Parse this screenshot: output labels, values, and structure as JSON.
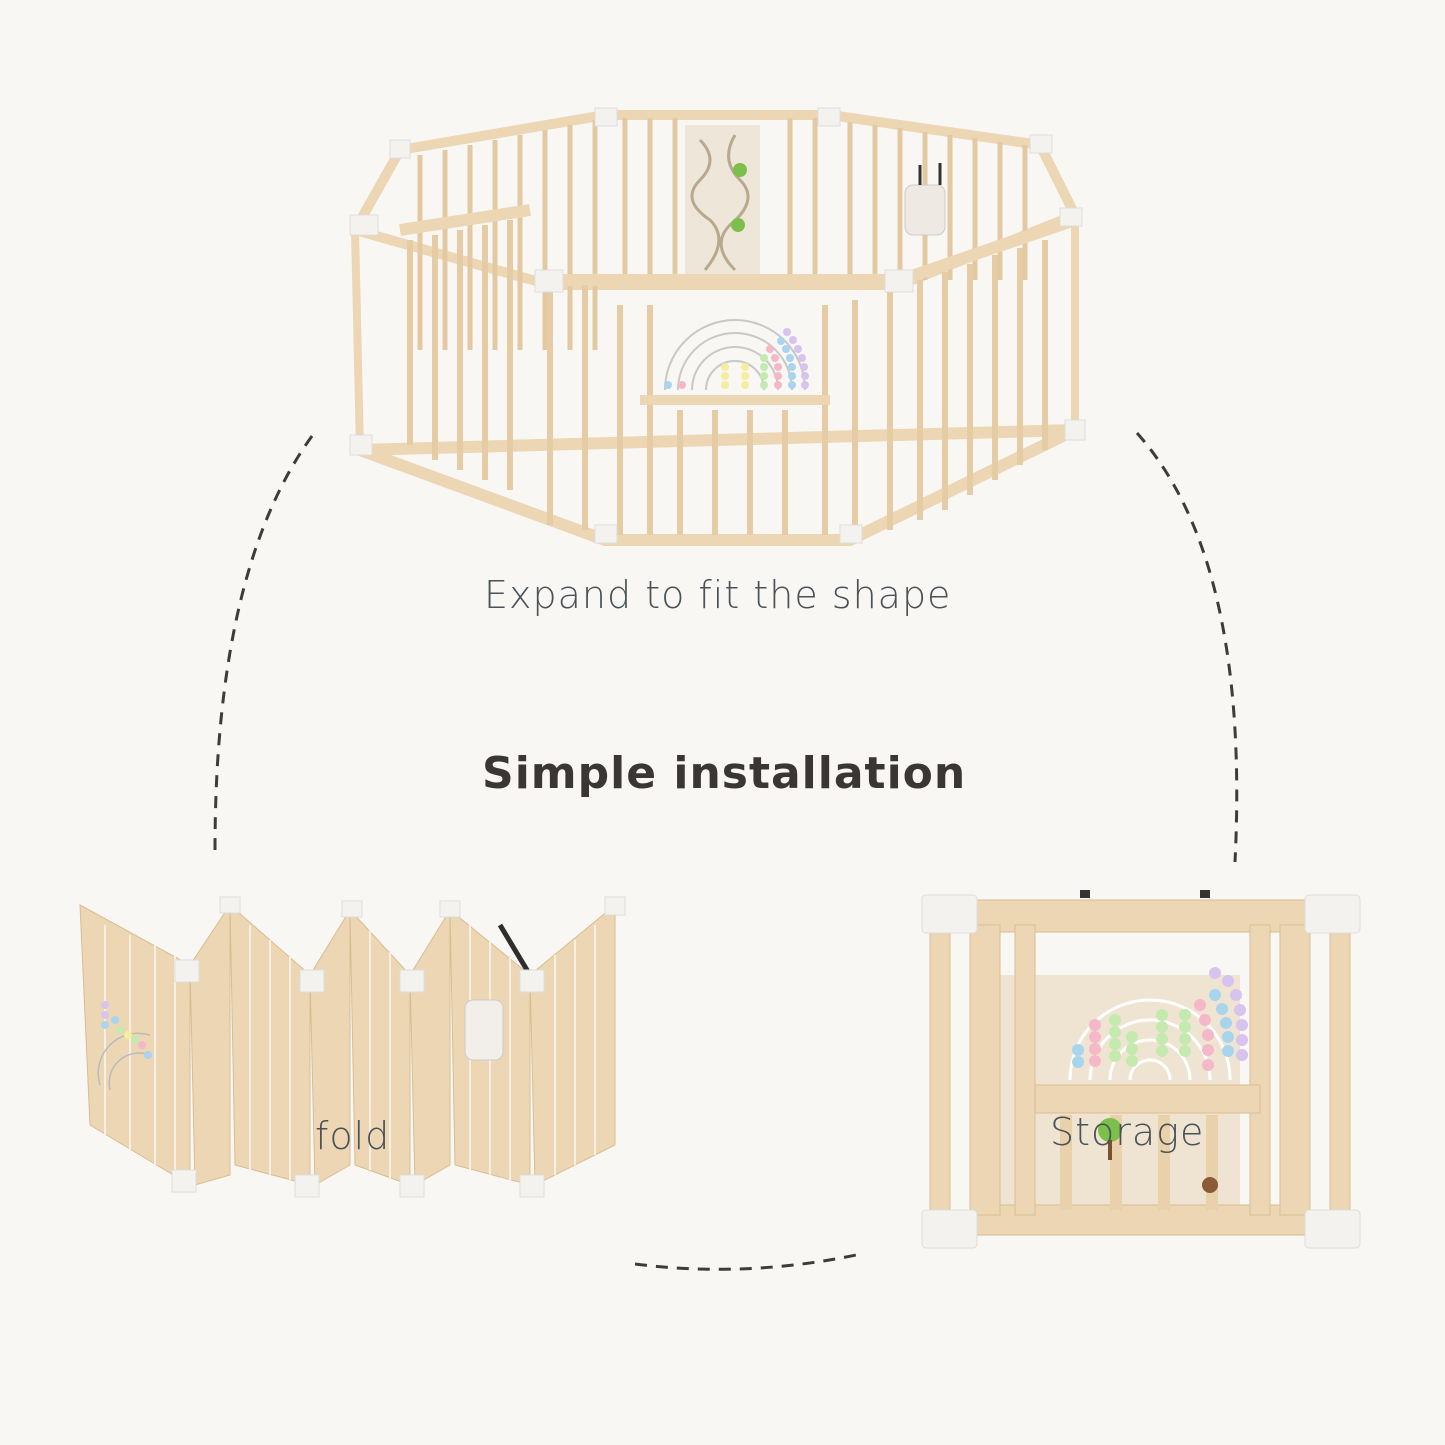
{
  "infographic": {
    "title": "Simple installation",
    "steps": [
      {
        "id": "expand",
        "caption": "Expand to fit the shape",
        "image": "octagon-playpen-expanded"
      },
      {
        "id": "fold",
        "caption": "fold",
        "image": "playpen-folded-zigzag"
      },
      {
        "id": "storage",
        "caption": "Storage",
        "image": "playpen-folded-stacked"
      }
    ],
    "connectors": [
      "dashed-arc-left",
      "dashed-arc-right",
      "dashed-arc-bottom"
    ]
  },
  "colors": {
    "background": "#f9f7f3",
    "wood": "#ecd6b4",
    "wood_dark": "#d8bd92",
    "connector": "#ffffff",
    "text": "#4a5256",
    "title": "#3a3634",
    "dash": "#3c3c3c",
    "beads": [
      "#a9d4ee",
      "#f4b8c8",
      "#c5eab0",
      "#f5ee9e",
      "#d8c2ee"
    ]
  }
}
